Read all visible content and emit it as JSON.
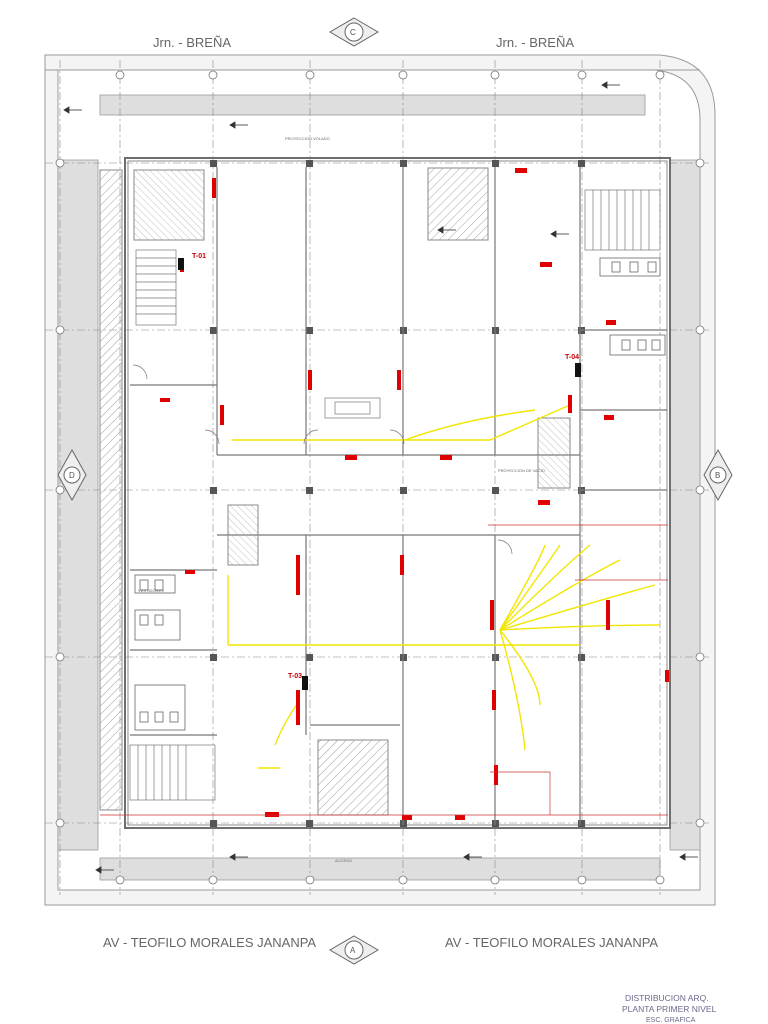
{
  "streets": {
    "top_left": "Jrn. - BREÑA",
    "top_right": "Jrn. - BREÑA",
    "bottom_left": "AV - TEOFILO MORALES JANANPA",
    "bottom_right": "AV - TEOFILO MORALES JANANPA"
  },
  "compass": {
    "top": "C",
    "bottom": "A",
    "left": "D",
    "right": "B"
  },
  "title_block": {
    "line1": "DISTRIBUCION ARQ.",
    "line2": "PLANTA PRIMER NIVEL",
    "line3": "ESC. GRAFICA"
  },
  "tags": {
    "t01": "T-01",
    "t03": "T-03",
    "t04": "T-04"
  },
  "labels": {
    "proyeccion_volado": "PROYECCION VOLADO",
    "proyeccion_vacio": "PROYECCION DE VACIO",
    "acceso": "ACCESO",
    "vestidores": "VESTIDORES"
  },
  "colors": {
    "wall": "#7a7a7a",
    "hatch": "#9a9a9a",
    "equipment": "#e00000",
    "wiring": "#f2e600",
    "sidewalk": "#d9d9d9"
  }
}
